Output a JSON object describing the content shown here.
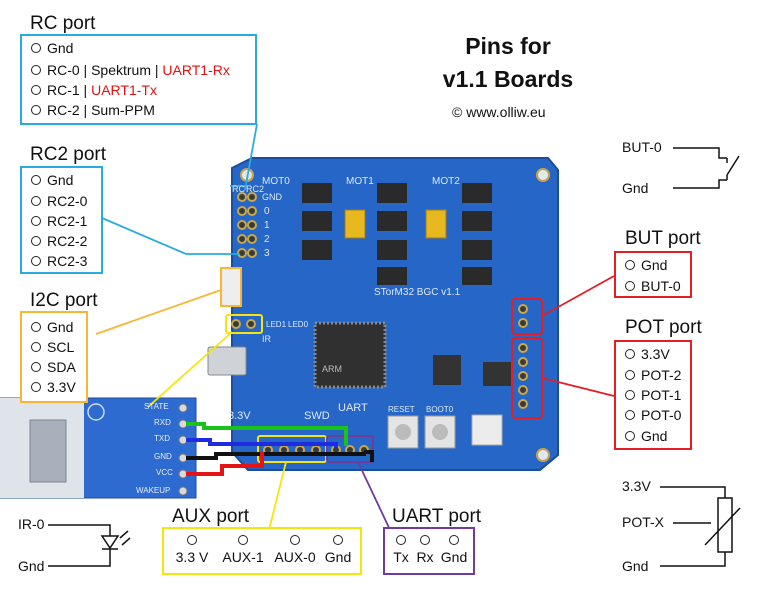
{
  "title": {
    "line1": "Pins for",
    "line2": "v1.1 Boards",
    "copyright": "© www.olliw.eu"
  },
  "ports": {
    "rc": {
      "title": "RC port",
      "color": "#29abe2",
      "pins": [
        {
          "text": "Gnd"
        },
        {
          "text": "RC-0 | Spektrum | ",
          "red": "UART1-Rx"
        },
        {
          "text": "RC-1 | ",
          "red": "UART1-Tx"
        },
        {
          "text": "RC-2 | Sum-PPM"
        }
      ]
    },
    "rc2": {
      "title": "RC2 port",
      "color": "#29abe2",
      "pins": [
        "Gnd",
        "RC2-0",
        "RC2-1",
        "RC2-2",
        "RC2-3"
      ]
    },
    "i2c": {
      "title": "I2C port",
      "color": "#f7b733",
      "pins": [
        "Gnd",
        "SCL",
        "SDA",
        "3.3V"
      ]
    },
    "but": {
      "title": "BUT port",
      "color": "#e31e24",
      "pins": [
        "Gnd",
        "BUT-0"
      ]
    },
    "pot": {
      "title": "POT port",
      "color": "#e31e24",
      "pins": [
        "3.3V",
        "POT-2",
        "POT-1",
        "POT-0",
        "Gnd"
      ]
    },
    "aux": {
      "title": "AUX port",
      "color": "#f5e50f",
      "pins": [
        "3.3 V",
        "AUX-1",
        "AUX-0",
        "Gnd"
      ]
    },
    "uart": {
      "title": "UART port",
      "color": "#6f3c9a",
      "pins": [
        "Tx",
        "Rx",
        "Gnd"
      ]
    }
  },
  "schematics": {
    "button": {
      "top": "BUT-0",
      "bottom": "Gnd"
    },
    "led": {
      "top": "IR-0",
      "bottom": "Gnd"
    },
    "pot": {
      "top": "3.3V",
      "mid": "POT-X",
      "bottom": "Gnd"
    }
  },
  "board": {
    "name": "STorM32 BGC v1.1",
    "silk": {
      "mot0": "MOT0",
      "mot1": "MOT1",
      "mot2": "MOT2",
      "rc": "RC",
      "rc2": "RC2",
      "gnd": "GND",
      "nums": [
        "0",
        "1",
        "2",
        "3"
      ],
      "swd": "SWD",
      "uart": "UART",
      "v33": "3.3V",
      "reset": "RESET",
      "boot0": "BOOT0",
      "arm": "ARM",
      "ir": "IR",
      "led1": "LED1",
      "led0": "LED0"
    },
    "module_pins": [
      "STATE",
      "RXD",
      "TXD",
      "GND",
      "VCC",
      "WAKEUP"
    ],
    "colors": {
      "pcb": "#2468c8",
      "chip": "#2a2a2a",
      "header": "#c7a84a"
    }
  }
}
